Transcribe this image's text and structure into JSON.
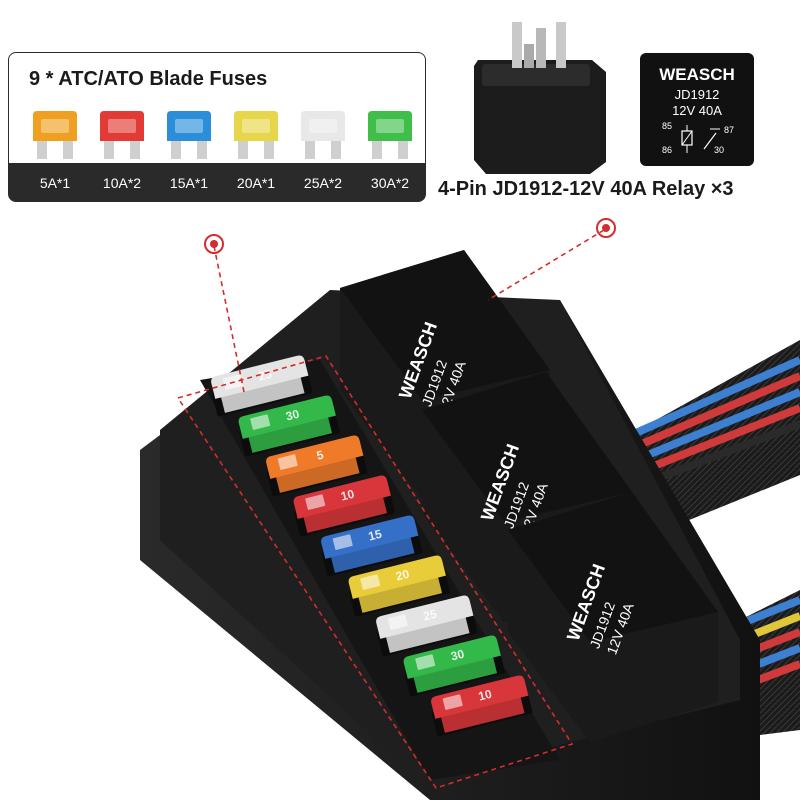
{
  "fuse_panel": {
    "title": "9 * ATC/ATO Blade Fuses",
    "fuses": [
      {
        "label": "5A*1",
        "color": "#f0a020"
      },
      {
        "label": "10A*2",
        "color": "#e23a34"
      },
      {
        "label": "15A*1",
        "color": "#2a8fd8"
      },
      {
        "label": "20A*1",
        "color": "#e8d64a"
      },
      {
        "label": "25A*2",
        "color": "#e8e8e8"
      },
      {
        "label": "30A*2",
        "color": "#3fbf4a"
      }
    ]
  },
  "relay": {
    "caption": "4-Pin JD1912-12V 40A Relay ×3",
    "brand": "WEASCH",
    "model": "JD1912",
    "rating": "12V  40A",
    "pins": {
      "p85": "85",
      "p86": "86",
      "p87": "87",
      "p30": "30"
    }
  },
  "module": {
    "fuse_stack": [
      {
        "number": "25",
        "color": "#e4e4e4"
      },
      {
        "number": "30",
        "color": "#33b84a"
      },
      {
        "number": "5",
        "color": "#ef7a2a"
      },
      {
        "number": "10",
        "color": "#d8363a"
      },
      {
        "number": "15",
        "color": "#3570c8"
      },
      {
        "number": "20",
        "color": "#e8cc3a"
      },
      {
        "number": "25",
        "color": "#e4e4e4"
      },
      {
        "number": "30",
        "color": "#33b84a"
      },
      {
        "number": "10",
        "color": "#d8363a"
      }
    ]
  }
}
